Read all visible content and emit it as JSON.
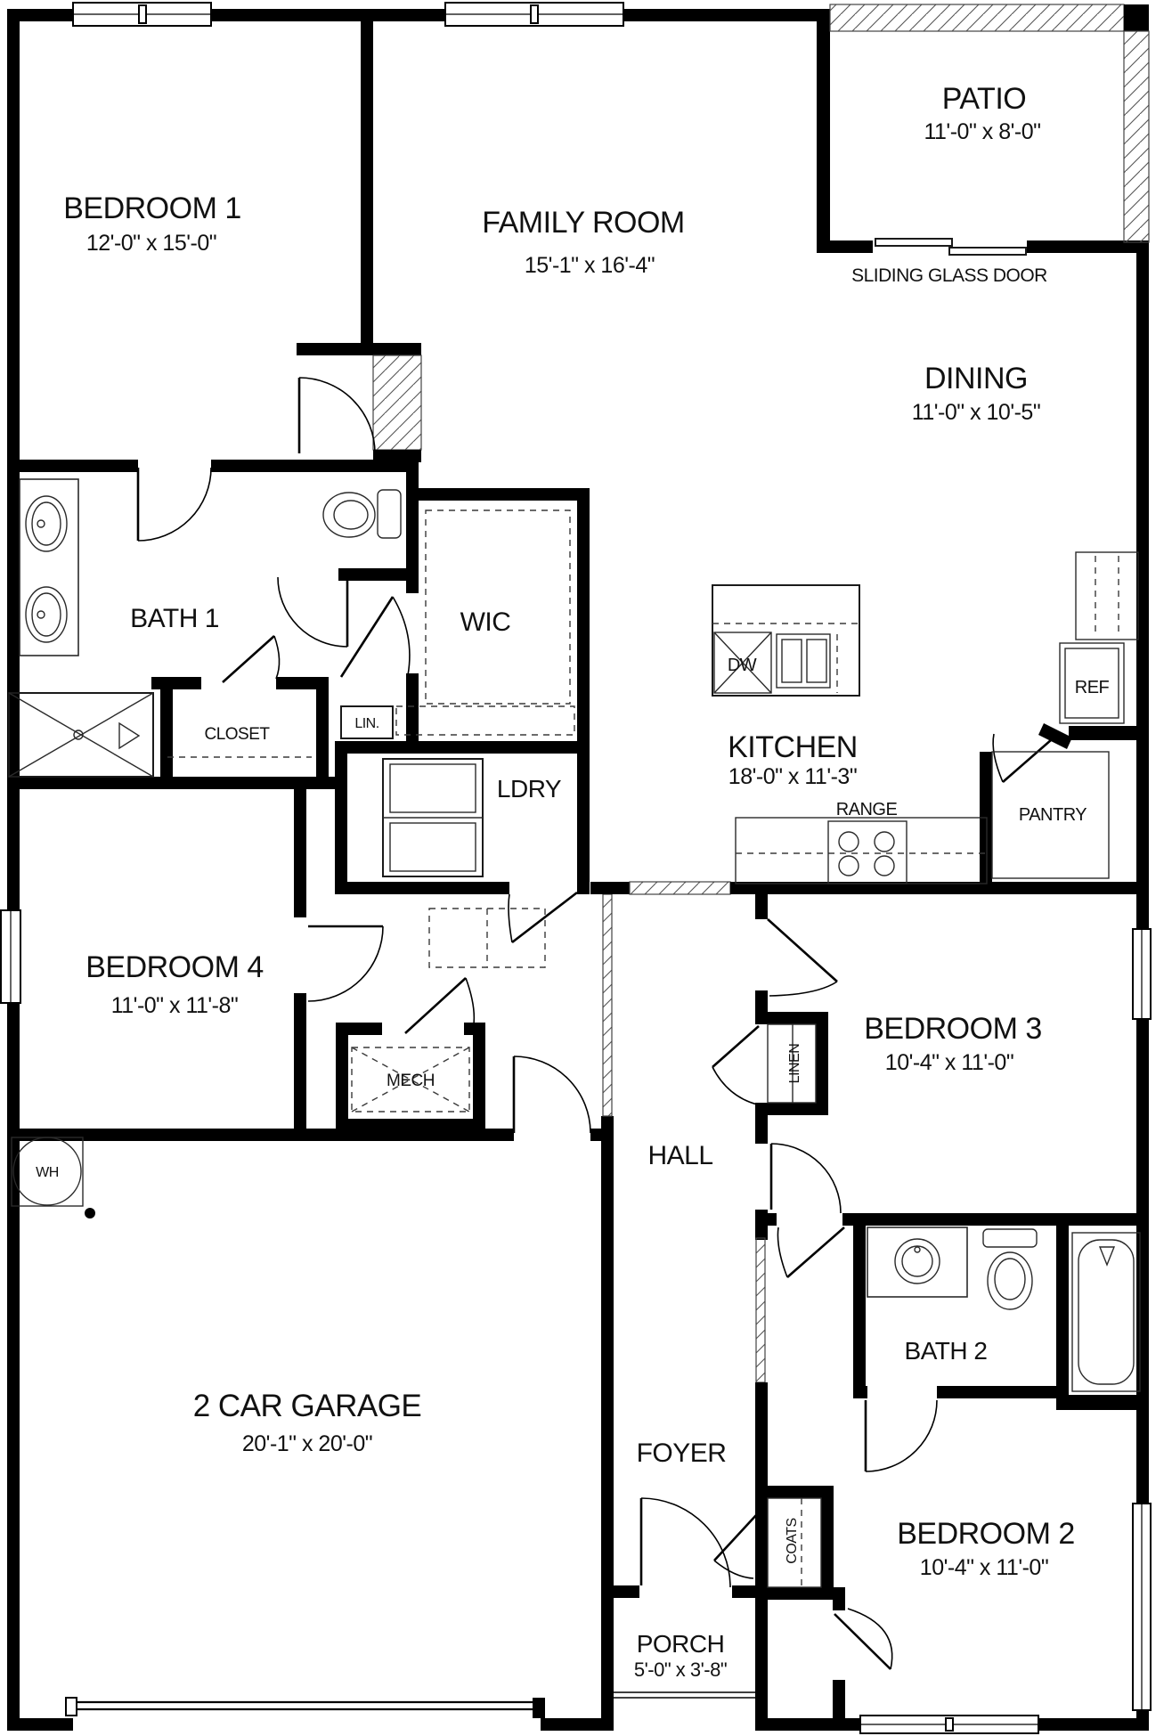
{
  "plan": {
    "title": "single-story house floor plan",
    "rooms": {
      "bedroom1": {
        "name": "BEDROOM 1",
        "dims": "12'-0\" x 15'-0\""
      },
      "family": {
        "name": "FAMILY ROOM",
        "dims": "15'-1\" x 16'-4\""
      },
      "patio": {
        "name": "PATIO",
        "dims": "11'-0\" x 8'-0\""
      },
      "dining": {
        "name": "DINING",
        "dims": "11'-0\" x 10'-5\""
      },
      "kitchen": {
        "name": "KITCHEN",
        "dims": "18'-0\" x 11'-3\""
      },
      "bath1": {
        "name": "BATH 1"
      },
      "wic": {
        "name": "WIC"
      },
      "lin": {
        "name": "LIN."
      },
      "closet": {
        "name": "CLOSET"
      },
      "ldry": {
        "name": "LDRY"
      },
      "bedroom4": {
        "name": "BEDROOM 4",
        "dims": "11'-0\" x 11'-8\""
      },
      "mech": {
        "name": "MECH"
      },
      "hall": {
        "name": "HALL"
      },
      "bedroom3": {
        "name": "BEDROOM 3",
        "dims": "10'-4\" x 11'-0\""
      },
      "linen": {
        "name": "LINEN"
      },
      "bath2": {
        "name": "BATH 2"
      },
      "garage": {
        "name": "2 CAR GARAGE",
        "dims": "20'-1\" x 20'-0\""
      },
      "wh": {
        "name": "WH"
      },
      "foyer": {
        "name": "FOYER"
      },
      "coats": {
        "name": "COATS"
      },
      "bedroom2": {
        "name": "BEDROOM 2",
        "dims": "10'-4\" x 11'-0\""
      },
      "porch": {
        "name": "PORCH",
        "dims": "5'-0\" x 3'-8\""
      }
    },
    "fixtures": {
      "dw": "DW",
      "range": "RANGE",
      "ref": "REF",
      "pantry": "PANTRY"
    },
    "annotations": {
      "sliding_door": "SLIDING GLASS DOOR"
    },
    "colors": {
      "wall": "#000000",
      "background": "#ffffff",
      "line": "#1a1a1a"
    }
  }
}
